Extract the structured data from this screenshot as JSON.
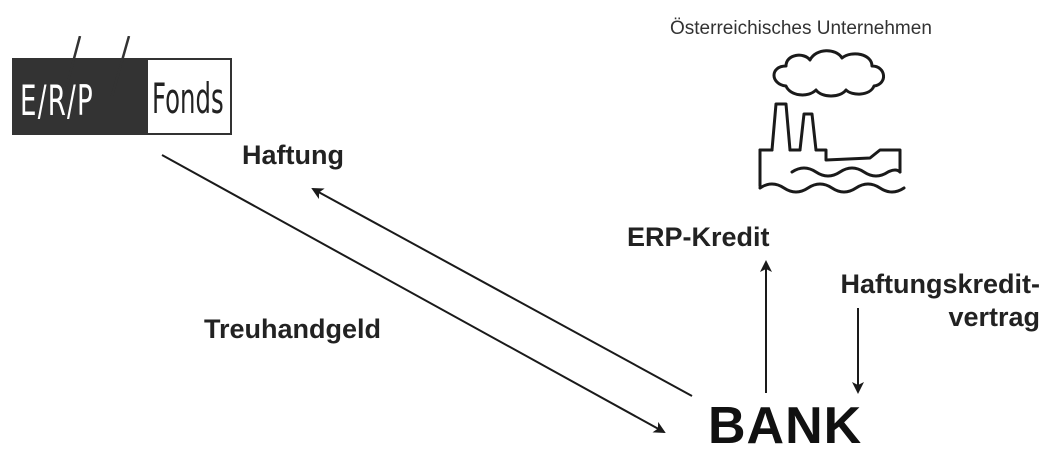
{
  "logo": {
    "letters": "E/R/P",
    "word": "Fonds"
  },
  "labels": {
    "company": "Österreichisches Unternehmen",
    "haftung": "Haftung",
    "treuhandgeld": "Treuhandgeld",
    "erp_kredit": "ERP-Kredit",
    "contract_line1": "Haftungskredit-",
    "contract_line2": "vertrag",
    "bank": "BANK"
  },
  "icons": {
    "factory": "factory-icon"
  }
}
